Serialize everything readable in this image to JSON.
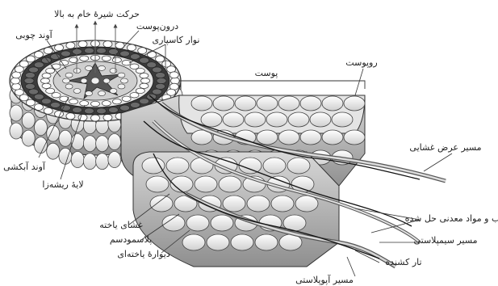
{
  "labels": {
    "upward_sap": "حرکت شیرهٔ خام به بالا",
    "endodermis": "درون‌پوست",
    "casparian_strip": "نوار کاسپاری",
    "xylem": "آوند چوبی",
    "cortex": "پوست",
    "epidermis": "روپوست",
    "transmembrane_path": "مسیر عرض غشایی",
    "phloem": "آوند آبکشی",
    "pericycle": "لایهٔ ریشه‌زا",
    "water_minerals": "آب و مواد معدنی حل شده",
    "cell_membrane": "غشای یاخته",
    "plasmodesma": "پلاسمودسم",
    "symplast_path": "مسیر سیمپلاستی",
    "cell_wall": "دیوارهٔ یاخته‌ای",
    "root_hair": "تار کشنده",
    "apoplast_path": "مسیر آپوپلاستی"
  },
  "colors": {
    "line": "#2a2a2a",
    "cell_fill": "#f4f4f4",
    "cell_shade": "#b9b9b9",
    "dark_ring": "#3a3a3a"
  }
}
